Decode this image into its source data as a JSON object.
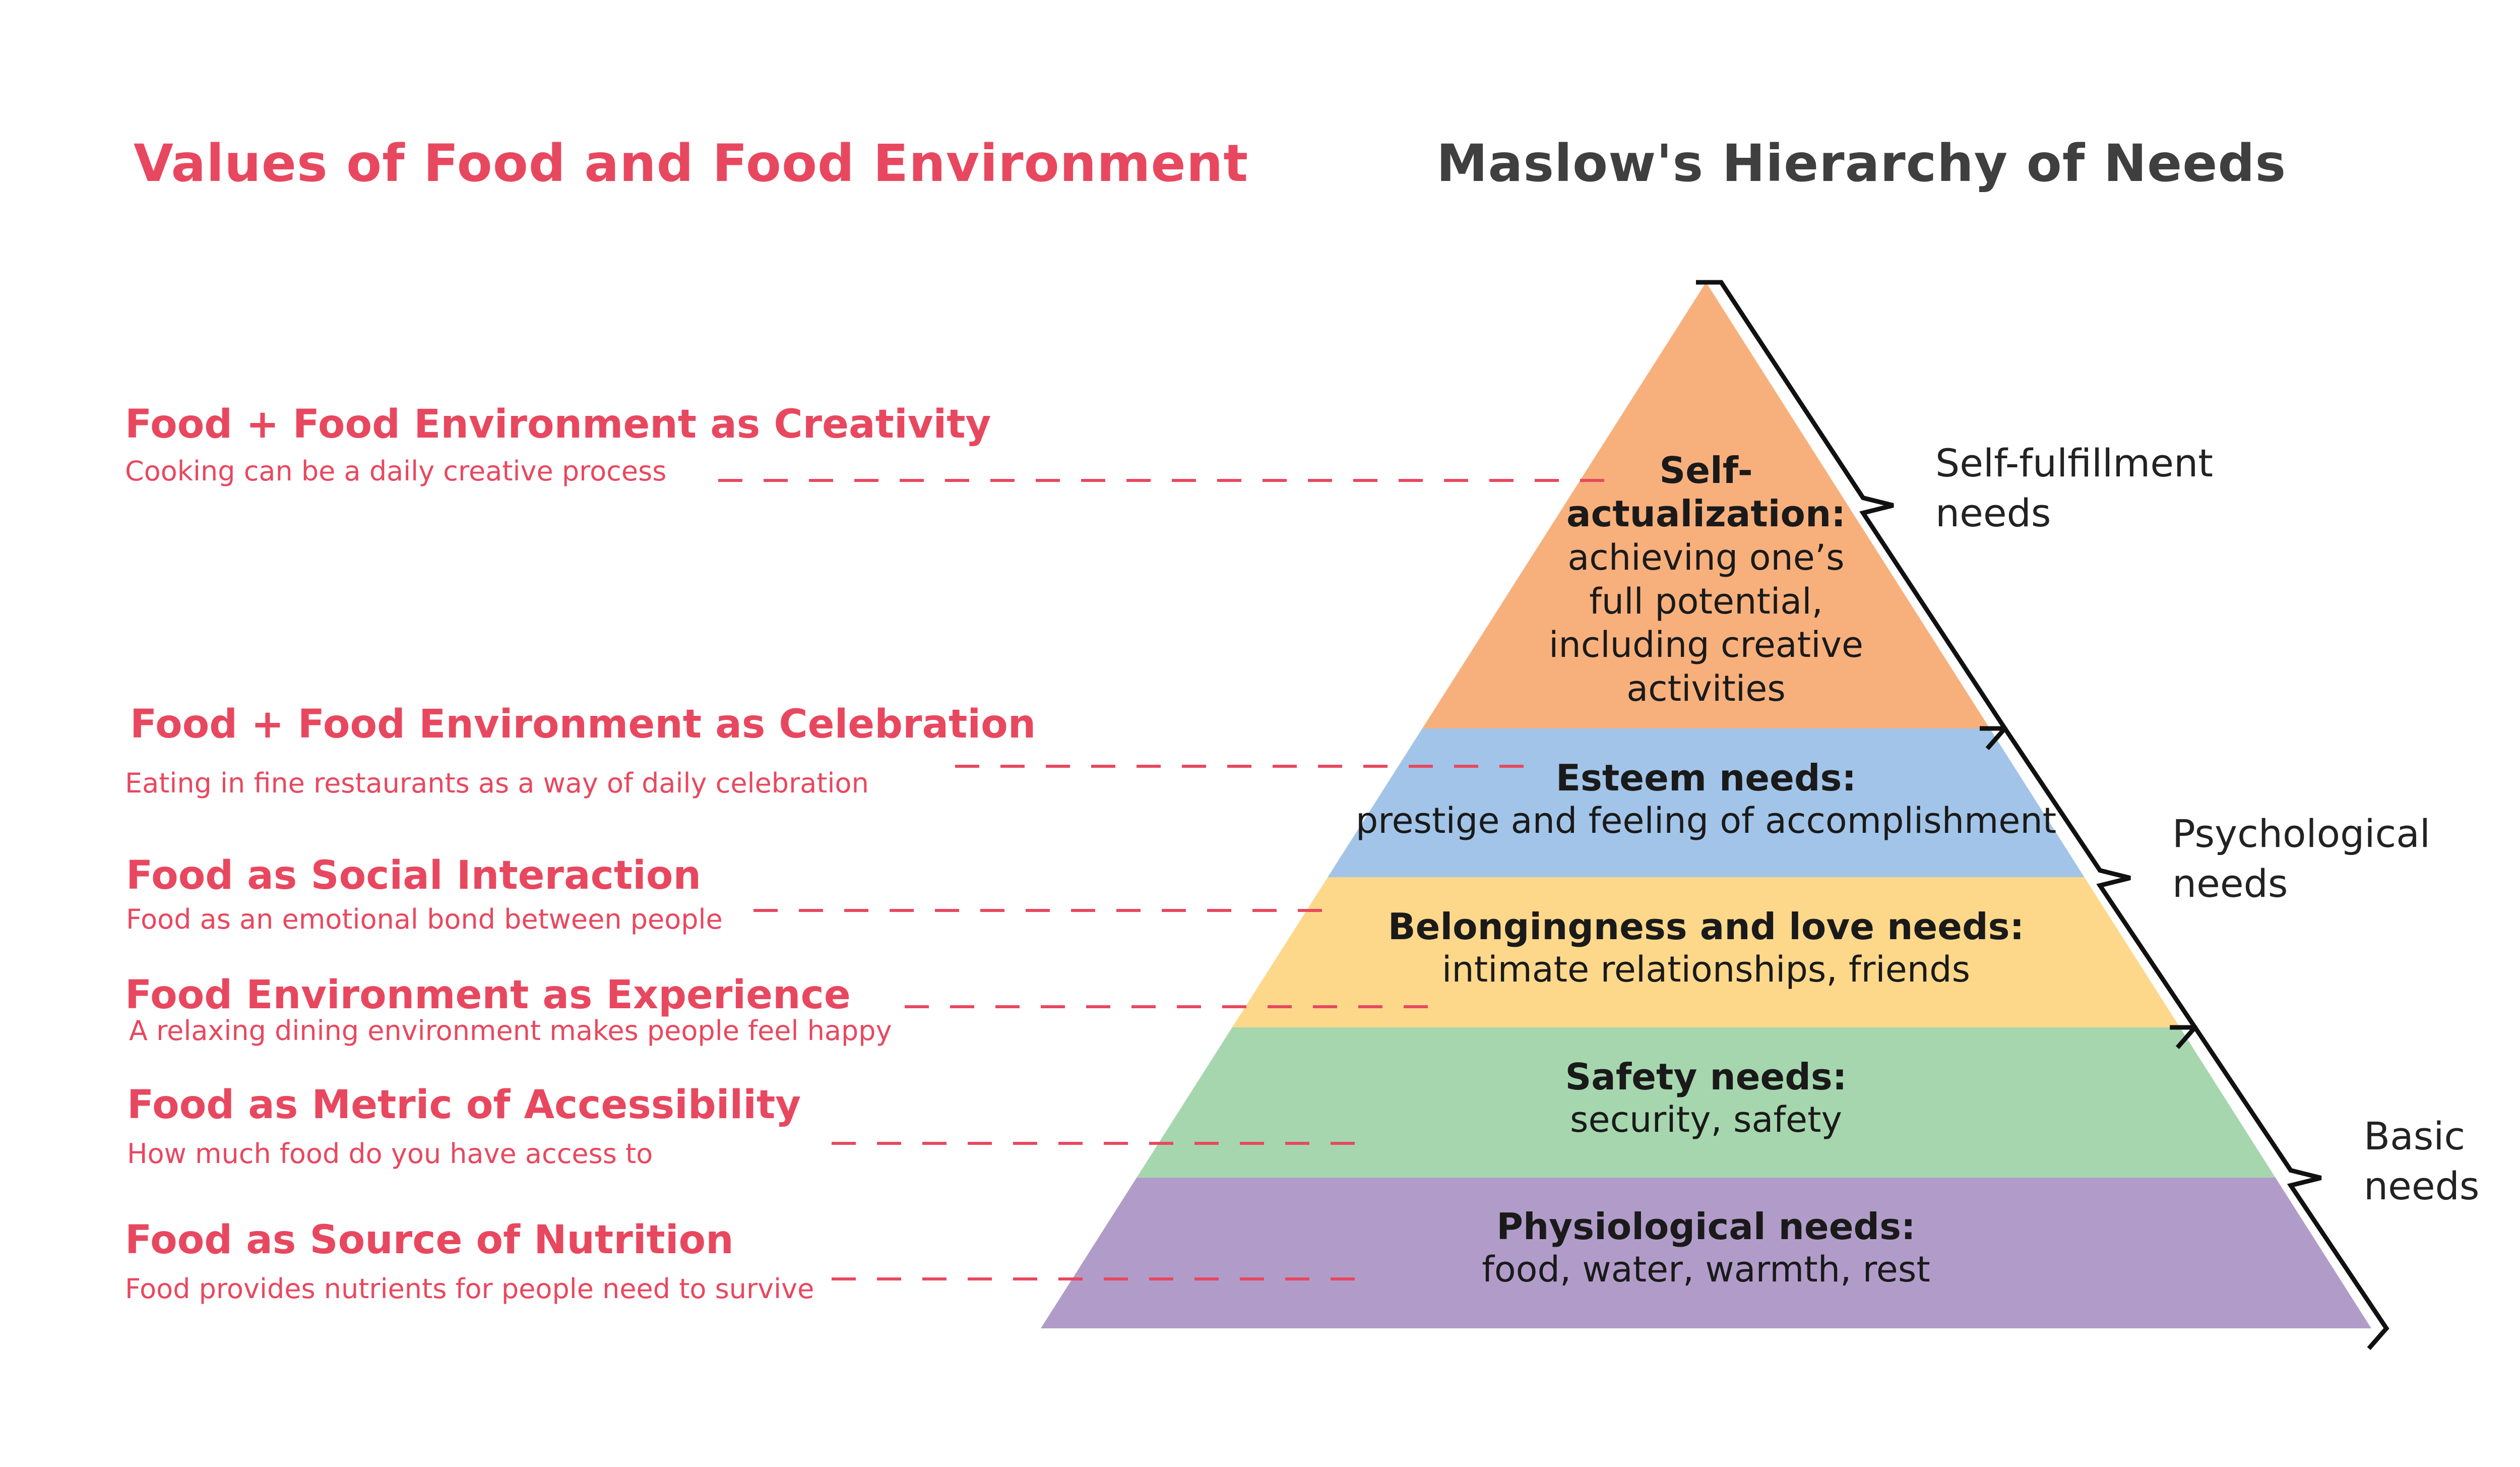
{
  "titles": {
    "left": "Values of Food and Food Environment",
    "right": "Maslow's Hierarchy of Needs"
  },
  "values": [
    {
      "title": "Food + Food Environment as Creativity",
      "desc": "Cooking can be a daily creative process"
    },
    {
      "title": "Food + Food Environment as Celebration",
      "desc": "Eating in fine restaurants as a way of daily celebration"
    },
    {
      "title": "Food as Social Interaction",
      "desc": "Food as an emotional bond between people"
    },
    {
      "title": "Food Environment as Experience",
      "desc": "A relaxing dining environment makes people feel happy"
    },
    {
      "title": "Food as Metric of Accessibility",
      "desc": "How much food do you have access to"
    },
    {
      "title": "Food as Source of Nutrition",
      "desc": "Food provides nutrients for people need to survive"
    }
  ],
  "pyramid": [
    {
      "title": "Self-\nactualization:",
      "desc": "achieving one’s\nfull potential,\nincluding creative\nactivities",
      "color": "#f7b07c"
    },
    {
      "title": "Esteem needs:",
      "desc": "prestige and feeling of accomplishment",
      "color": "#a2c4e8"
    },
    {
      "title": "Belongingness and love needs:",
      "desc": "intimate relationships, friends",
      "color": "#fdd88b"
    },
    {
      "title": "Safety needs:",
      "desc": "security, safety",
      "color": "#a6d6ae"
    },
    {
      "title": "Physiological needs:",
      "desc": "food, water, warmth, rest",
      "color": "#b19cc9"
    }
  ],
  "groups": [
    {
      "label": "Self-fulfillment needs"
    },
    {
      "label": "Psychological needs"
    },
    {
      "label": "Basic needs"
    }
  ],
  "colors": {
    "accent": "#e8485f",
    "heading": "#3f3f3f"
  }
}
